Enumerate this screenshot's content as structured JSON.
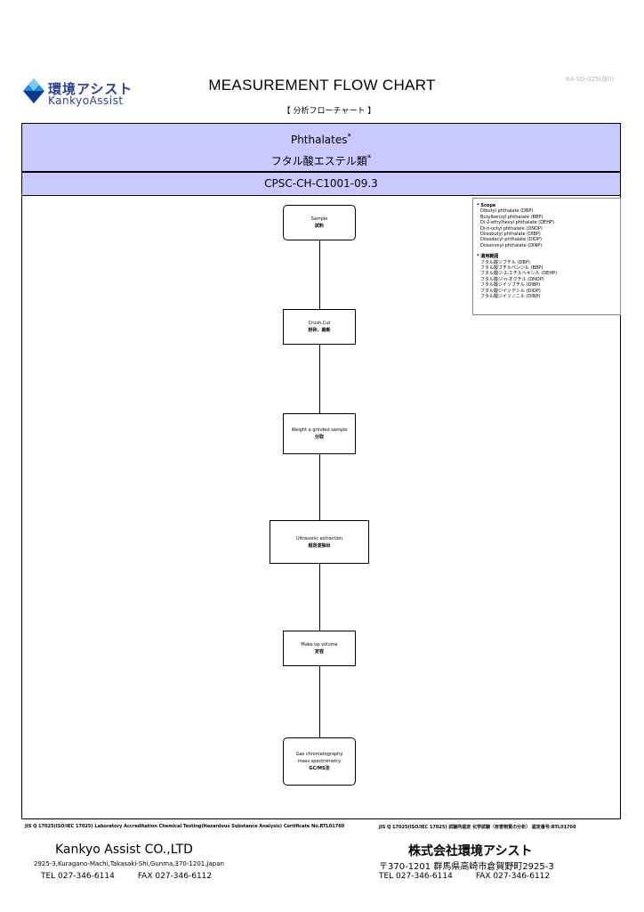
{
  "header": {
    "company_logo_jp": "環境アシスト",
    "company_logo_en": "KankyoAssist",
    "title": "MEASUREMENT FLOW CHART",
    "subtitle": "【 分析フローチャート 】",
    "doc_code": "KA-SD-025(改0)"
  },
  "banner": {
    "name_en": "Phthalates",
    "name_jp": "フタル酸エステル類",
    "asterisk": "*",
    "method": "CPSC-CH-C1001-09.3"
  },
  "steps": [
    {
      "en": "Sample",
      "jp": "試料"
    },
    {
      "en": "Crush,Cut",
      "jp": "粉砕、裁断"
    },
    {
      "en": "Weight a grinded sample",
      "jp": "分取"
    },
    {
      "en": "Ultrasonic  extraction",
      "jp": "超音波抽出"
    },
    {
      "en": "Make up volume",
      "jp": "定容"
    },
    {
      "en": "Gas chromatography mass spectrometry",
      "jp": "GC/MS法"
    }
  ],
  "scope": {
    "heading_en": "* Scope",
    "items_en": [
      "Dibutyl phthalate (DBP)",
      "Butylbenzyl phthalate (BBP)",
      "Di-2-ethylhexyl phthalate (DEHP)",
      "Di-n-octyl phthalate (DNOP)",
      "Diisobutyl phthalate (DIBP)",
      "Diisodecyl phthalate (DIDP)",
      "Diisononyl phthalate (DINP)"
    ],
    "heading_jp": "* 適用範囲",
    "items_jp": [
      "フタル酸ジブチル (DBP)",
      "フタル酸ブチルベンジル (BBP)",
      "フタル酸ジ-2-エチルヘキシル (DEHP)",
      "フタル酸ジ-n-オクチル (DNOP)",
      "フタル酸ジイソブチル (DIBP)",
      "フタル酸ジイソデシル (DIDP)",
      "フタル酸ジイソノニル (DINP)"
    ]
  },
  "footer": {
    "accreditation_en": "JIS Q 17025(ISO/IEC 17025) Laboratory Accreditation  Chemical Testing(Hazardous Substance Analysis)  Certificate No.RTL01760",
    "accreditation_jp": "JIS Q 17025(ISO/IEC 17025) 試験所認定  化学試験（有害物質の分析）  認定番号:RTL01760",
    "company_en": "Kankyo Assist  CO.,LTD",
    "address_en": "2925-3,Kuragano-Machi,Takasaki-Shi,Gunma,370-1201,Japan",
    "tel_en": "TEL  027-346-6114",
    "fax_en": "FAX  027-346-6112",
    "company_jp": "株式会社環境アシスト",
    "address_jp": "〒370-1201  群馬県高崎市倉賀野町2925-3",
    "tel_jp": "TEL  027-346-6114",
    "fax_jp": "FAX  027-346-6112"
  },
  "colors": {
    "banner": "#c9c9ff",
    "logo": "#2a3f8f",
    "logo_diamond_top": "#1e8fd6",
    "logo_diamond_bottom": "#0b3a8a"
  }
}
